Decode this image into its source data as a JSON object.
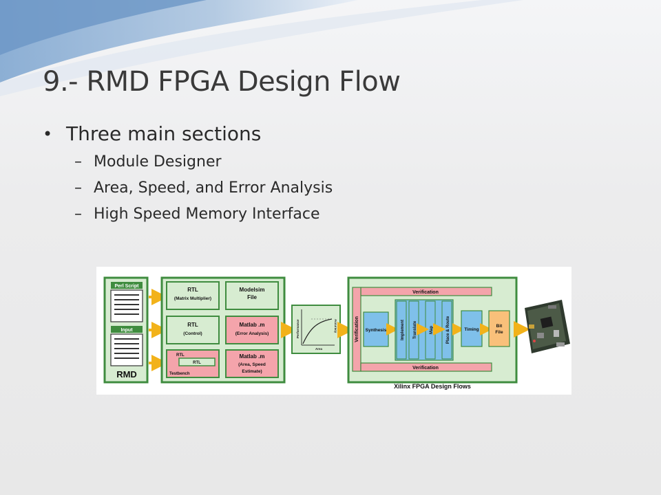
{
  "slide": {
    "title": "9.- RMD FPGA Design Flow",
    "bullet": "Three main sections",
    "sub_bullets": [
      "Module Designer",
      "Area, Speed, and Error Analysis",
      "High Speed Memory Interface"
    ]
  },
  "diagram": {
    "rmd": {
      "perl_script": "Perl Script",
      "input": "Input",
      "label": "RMD"
    },
    "modules": {
      "rtl1_title": "RTL",
      "rtl1_sub": "(Matrix Multiplier)",
      "modelsim_l1": "Modelsim",
      "modelsim_l2": "File",
      "rtl2_title": "RTL",
      "rtl2_sub": "(Control)",
      "matlab1_title": "Matlab .m",
      "matlab1_sub": "(Error Analysis)",
      "tb_rtl_outer": "RTL",
      "tb_rtl_inner": "RTL",
      "testbench": "Testbench",
      "matlab2_title": "Matlab .m",
      "matlab2_l2": "(Area, Speed",
      "matlab2_l3": "Estimate)"
    },
    "plot": {
      "ylabel": "Performance",
      "xlabel": "Area",
      "curve_label": "Accuracy"
    },
    "xilinx": {
      "verification_top": "Verification",
      "verification_side": "Verification",
      "verification_bottom": "Verification",
      "synthesis": "Synthesis",
      "implement": "Implement",
      "translate": "Translate",
      "map": "Map",
      "place_route": "Place & Route",
      "timing": "Timing",
      "bit_l1": "Bit",
      "bit_l2": "File",
      "caption": "Xilinx FPGA Design Flows"
    }
  },
  "colors": {
    "green_border": "#3f8c3f",
    "green_fill": "#d7ecd1",
    "pink": "#f4a4ab",
    "blue": "#7fc0ea",
    "orange": "#f9c07a",
    "arrow": "#f2b21a"
  }
}
